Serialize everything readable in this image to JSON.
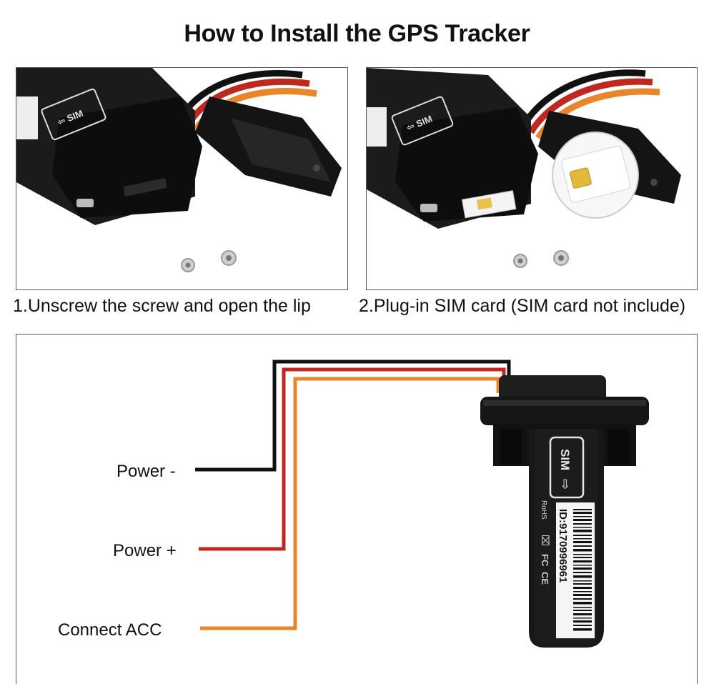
{
  "title": "How to Install the GPS Tracker",
  "steps": [
    {
      "caption": "1.Unscrew the screw and open the lip"
    },
    {
      "caption": "2.Plug-in SIM card (SIM card not include)"
    }
  ],
  "device": {
    "sim_label": "SIM",
    "id_label": "ID:9170996961",
    "rohs_label": "RoHS",
    "fc_label": "FC",
    "ce_label": "CE"
  },
  "wiring": [
    {
      "label": "Power -",
      "color": "#111111"
    },
    {
      "label": "Power +",
      "color": "#c0271f"
    },
    {
      "label": "Connect ACC",
      "color": "#e8862b"
    }
  ]
}
